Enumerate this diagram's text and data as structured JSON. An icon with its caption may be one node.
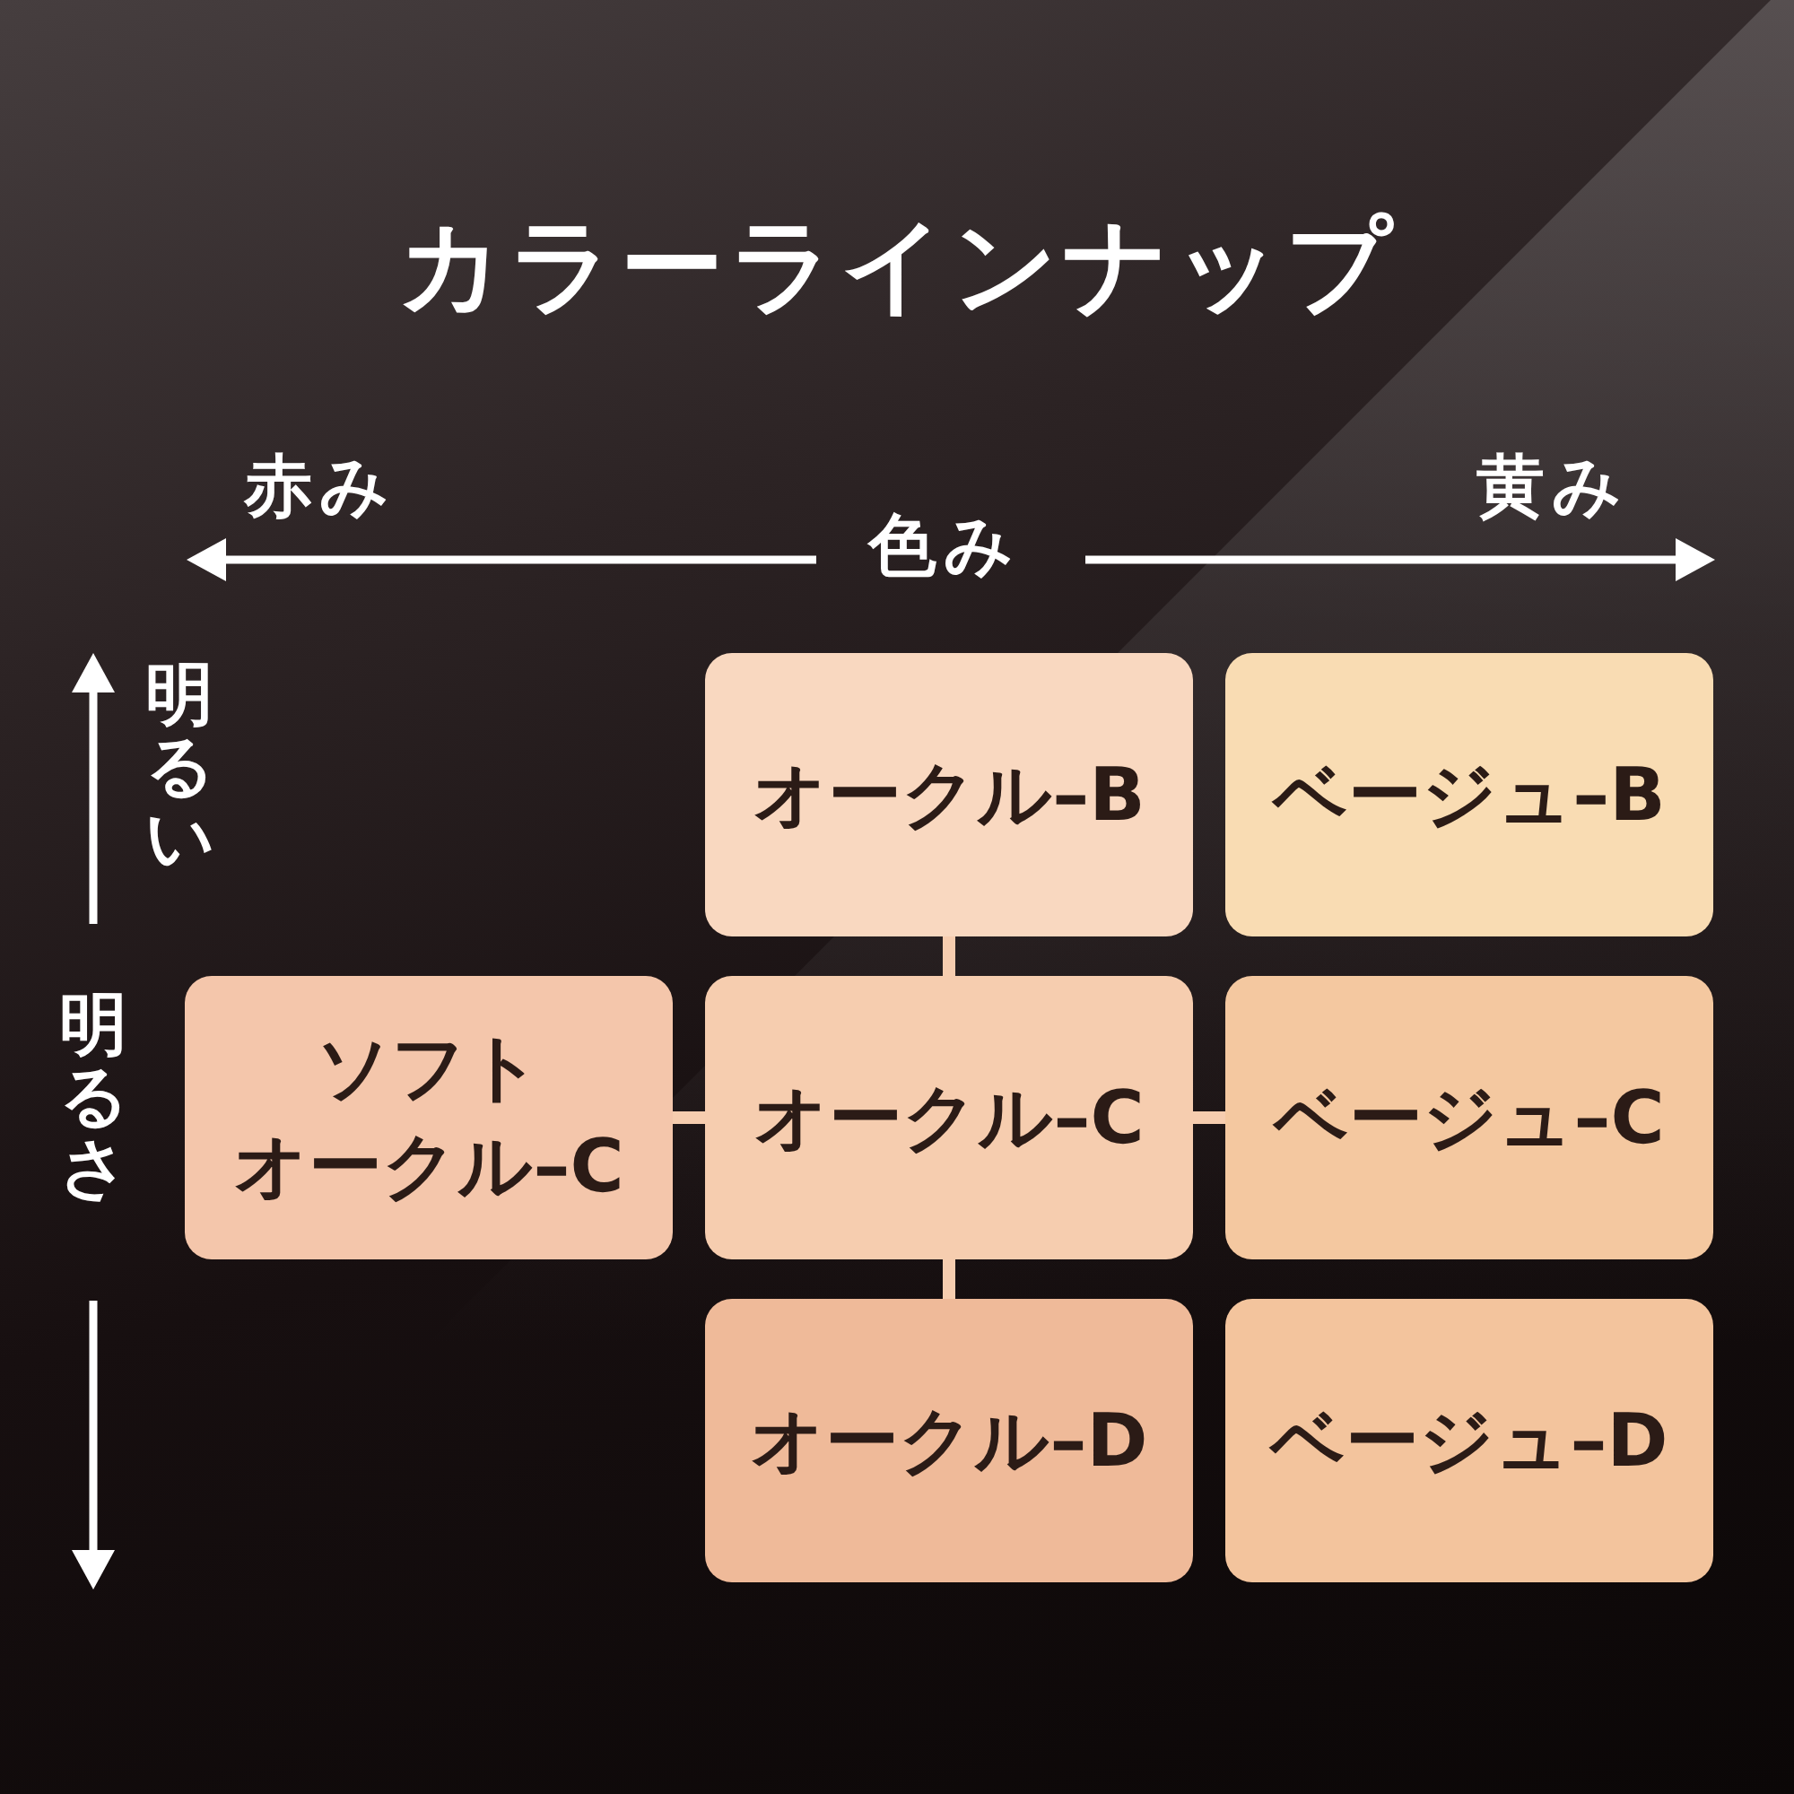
{
  "diagram": {
    "title": "カラーラインナップ",
    "nodes": [
      {
        "text": [
          "オークル–B"
        ]
      },
      {
        "text": [
          "ベージュ–B"
        ]
      },
      {
        "text": [
          "ソフトオークル–C"
        ]
      },
      {
        "text": [
          "オークル–C"
        ]
      },
      {
        "text": [
          "ベージュ–C"
        ]
      },
      {
        "text": [
          "オークル–D"
        ]
      },
      {
        "text": [
          "ベージュ–D"
        ]
      }
    ],
    "edges": [
      {
        "from": 0,
        "to": 3,
        "arrow": "none"
      },
      {
        "from": 2,
        "to": 3,
        "arrow": "none"
      },
      {
        "from": 3,
        "to": 4,
        "arrow": "none"
      },
      {
        "from": 3,
        "to": 5,
        "arrow": "none"
      }
    ],
    "labels": [
      "赤み",
      "黄み",
      "色み",
      "明るい",
      "明るさ"
    ]
  }
}
